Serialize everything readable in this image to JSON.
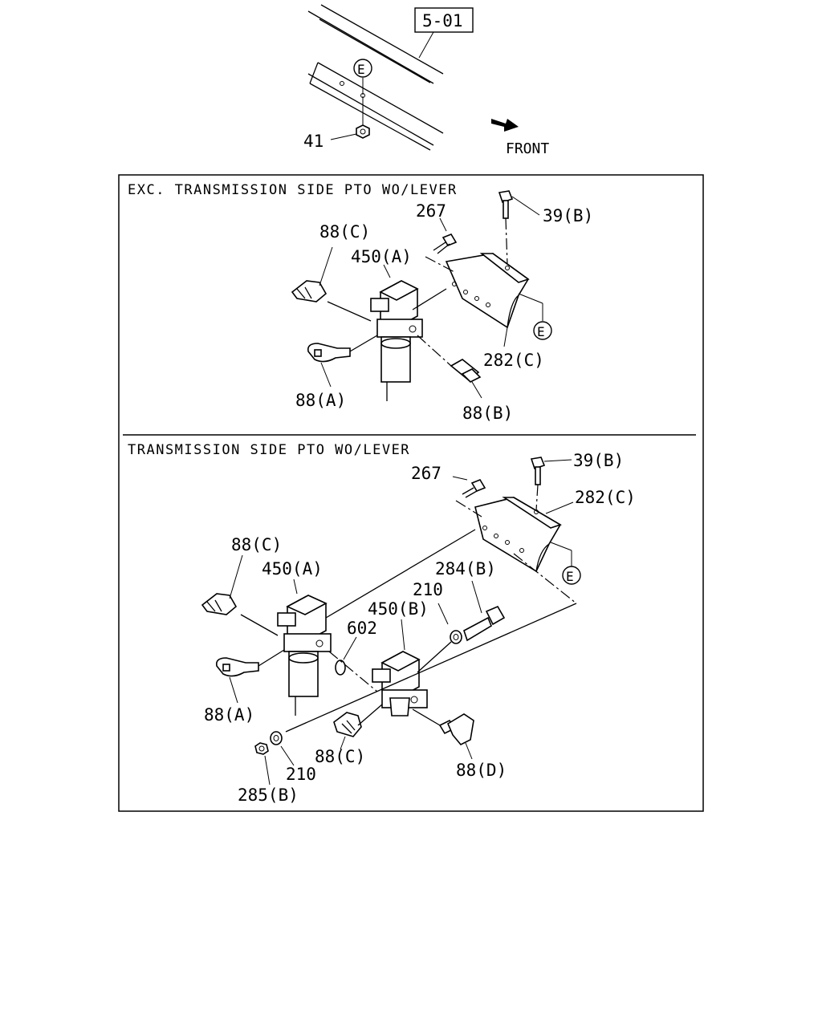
{
  "ref_box": "5-01",
  "front_label": "FRONT",
  "top": {
    "nut": "41",
    "circle_e": "E"
  },
  "panel_1": {
    "heading": "EXC. TRANSMISSION SIDE PTO WO/LEVER",
    "labels": {
      "p267": "267",
      "p39b": "39(B)",
      "p88c": "88(C)",
      "p450a": "450(A)",
      "p282c": "282(C)",
      "p88a": "88(A)",
      "p88b": "88(B)",
      "circle_e": "E"
    }
  },
  "panel_2": {
    "heading": "TRANSMISSION SIDE PTO WO/LEVER",
    "labels": {
      "p267": "267",
      "p39b": "39(B)",
      "p282c": "282(C)",
      "p88c_left": "88(C)",
      "p450a": "450(A)",
      "p284b": "284(B)",
      "p210_top": "210",
      "p450b": "450(B)",
      "p602": "602",
      "p88a": "88(A)",
      "p88c_bottom": "88(C)",
      "p210_bottom": "210",
      "p285b": "285(B)",
      "p88d": "88(D)",
      "circle_e": "E"
    }
  }
}
